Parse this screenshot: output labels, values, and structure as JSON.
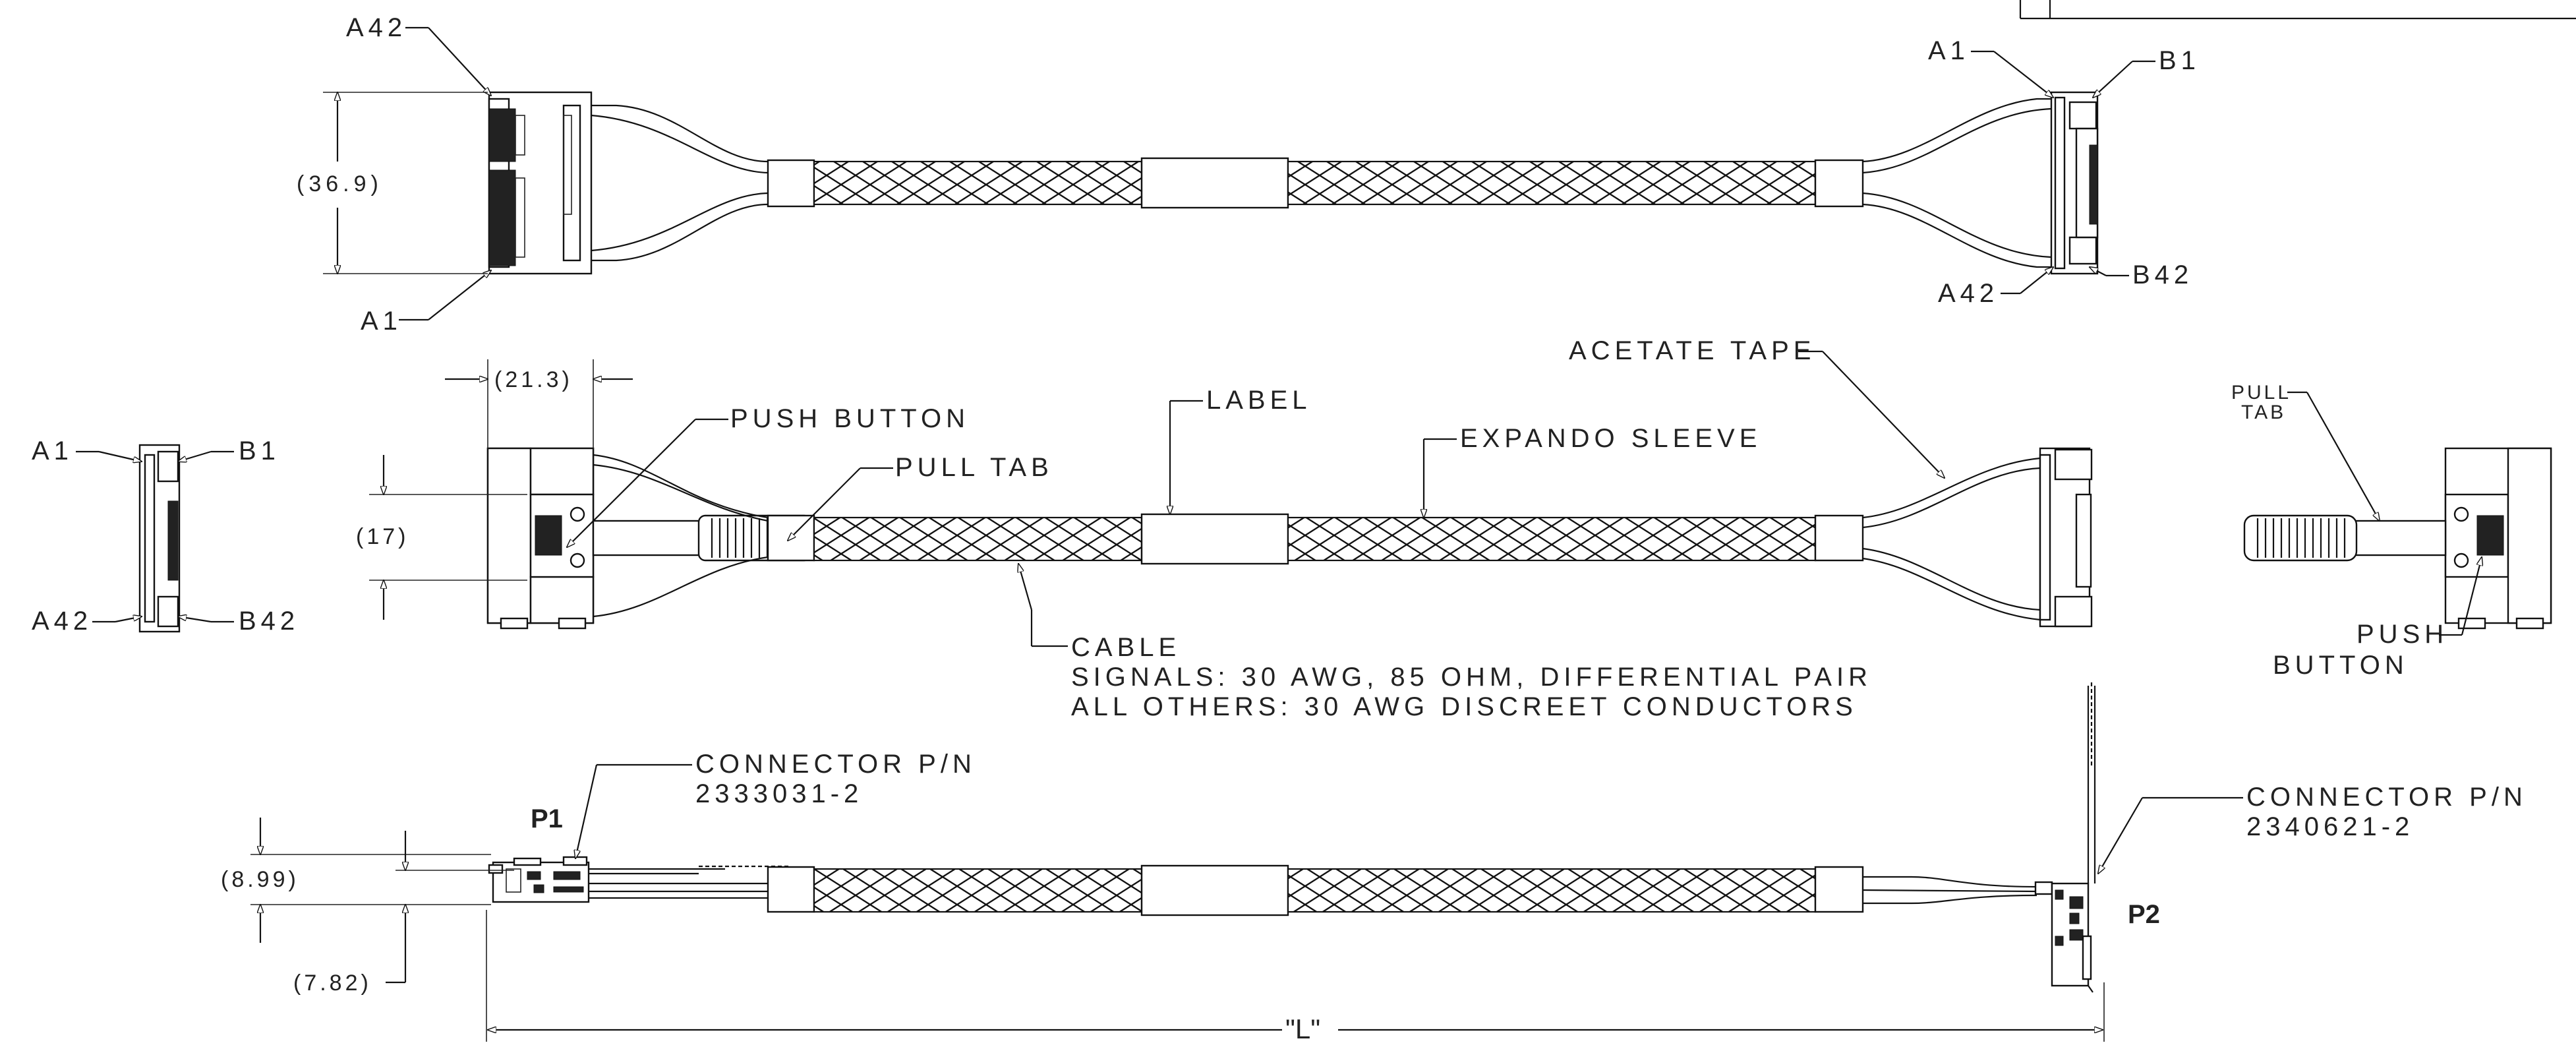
{
  "callouts": {
    "top_a42_left": "A42",
    "top_a1_left": "A1",
    "top_a1_right": "A1",
    "top_b1_right": "B1",
    "top_a42_right": "A42",
    "top_b42_right": "B42",
    "end_a1": "A1",
    "end_b1": "B1",
    "end_a42": "A42",
    "end_b42": "B42",
    "push_button": "PUSH BUTTON",
    "pull_tab": "PULL TAB",
    "label": "LABEL",
    "expando_sleeve": "EXPANDO SLEEVE",
    "acetate_tape": "ACETATE TAPE",
    "right_pull_tab": [
      "PULL",
      "TAB"
    ],
    "right_push_button": [
      "PUSH",
      "BUTTON"
    ],
    "cable_notes": [
      "CABLE",
      "SIGNALS: 30 AWG, 85 OHM, DIFFERENTIAL PAIR",
      "ALL OTHERS: 30 AWG DISCREET CONDUCTORS"
    ],
    "connector_p1": [
      "CONNECTOR P/N",
      "2333031-2"
    ],
    "connector_p2": [
      "CONNECTOR P/N",
      "2340621-2"
    ],
    "p1": "P1",
    "p2": "P2"
  },
  "dimensions": {
    "height_top": "(36.9)",
    "width_mid": "(21.3)",
    "height_mid": "(17)",
    "height_side_a": "(8.99)",
    "height_side_b": "(7.82)",
    "length": "\"L\""
  }
}
